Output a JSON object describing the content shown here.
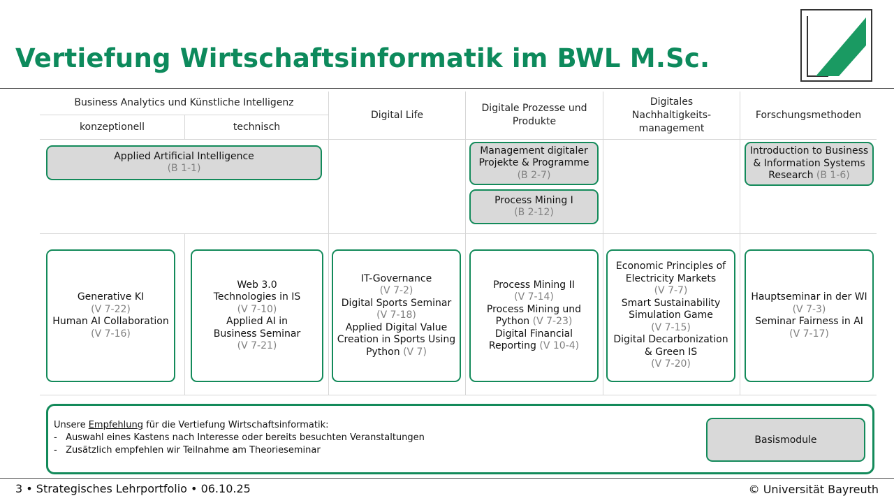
{
  "title": "Vertiefung Wirtschaftsinformatik im BWL M.Sc.",
  "colors": {
    "accent": "#0d8a5c",
    "border": "#138a5a",
    "basis_fill": "#d9d9d9",
    "code_text": "#808080"
  },
  "headers": {
    "ba_ki": "Business Analytics und Künstliche Intelligenz",
    "konzeptionell": "konzeptionell",
    "technisch": "technisch",
    "digital_life": "Digital Life",
    "prozesse": "Digitale Prozesse und Produkte",
    "nachhaltigkeit": "Digitales Nachhaltigkeits-management",
    "forschung": "Forschungsmethoden"
  },
  "basis_modules": {
    "aai": {
      "name": "Applied Artificial Intelligence",
      "code": "(B 1-1)"
    },
    "mdpp": {
      "name": "Management digitaler Projekte & Programme",
      "code": "(B 2-7)"
    },
    "pm1": {
      "name": "Process Mining I",
      "code": "(B 2-12)"
    },
    "ibisr": {
      "name": "Introduction to Business & Information Systems Research",
      "code": "(B 1-6)"
    }
  },
  "electives": {
    "konzeptionell": [
      {
        "name": "Generative KI",
        "code": "(V 7-22)"
      },
      {
        "name": "Human AI Collaboration",
        "code": "(V 7-16)"
      }
    ],
    "technisch": [
      {
        "name": "Web 3.0 Technologies in IS",
        "code": "(V 7-10)"
      },
      {
        "name": "Applied AI in Business Seminar",
        "code": "(V 7-21)"
      }
    ],
    "digital_life": [
      {
        "name": "IT-Governance",
        "code": "(V 7-2)"
      },
      {
        "name": "Digital Sports Seminar",
        "code": "(V 7-18)"
      },
      {
        "name": "Applied Digital Value Creation in Sports Using Python",
        "code": "(V 7)"
      }
    ],
    "prozesse": [
      {
        "name": "Process Mining II",
        "code": "(V 7-14)"
      },
      {
        "name": "Process Mining und Python",
        "code": "(V 7-23)"
      },
      {
        "name": "Digital Financial Reporting",
        "code": "(V 10-4)"
      }
    ],
    "nachhaltigkeit": [
      {
        "name": "Economic Principles of Electricity Markets",
        "code": "(V 7-7)"
      },
      {
        "name": "Smart Sustainability Simulation Game",
        "code": "(V 7-15)"
      },
      {
        "name": "Digital Decarbonization & Green IS",
        "code": "(V 7-20)"
      }
    ],
    "forschung": [
      {
        "name": "Hauptseminar in der WI",
        "code": "(V 7-3)"
      },
      {
        "name": "Seminar Fairness in AI",
        "code": "(V 7-17)"
      }
    ]
  },
  "recommendation": {
    "prefix": "Unsere ",
    "emph": "Empfehlung",
    "suffix": " für die Vertiefung Wirtschaftsinformatik:",
    "bullets": [
      "Auswahl eines Kastens nach Interesse oder bereits besuchten Veranstaltungen",
      "Zusätzlich empfehlen wir Teilnahme am Theorieseminar"
    ],
    "legend_label": "Basismodule"
  },
  "footer": {
    "left": "3 • Strategisches Lehrportfolio • 06.10.25",
    "right": "© Universität Bayreuth"
  }
}
